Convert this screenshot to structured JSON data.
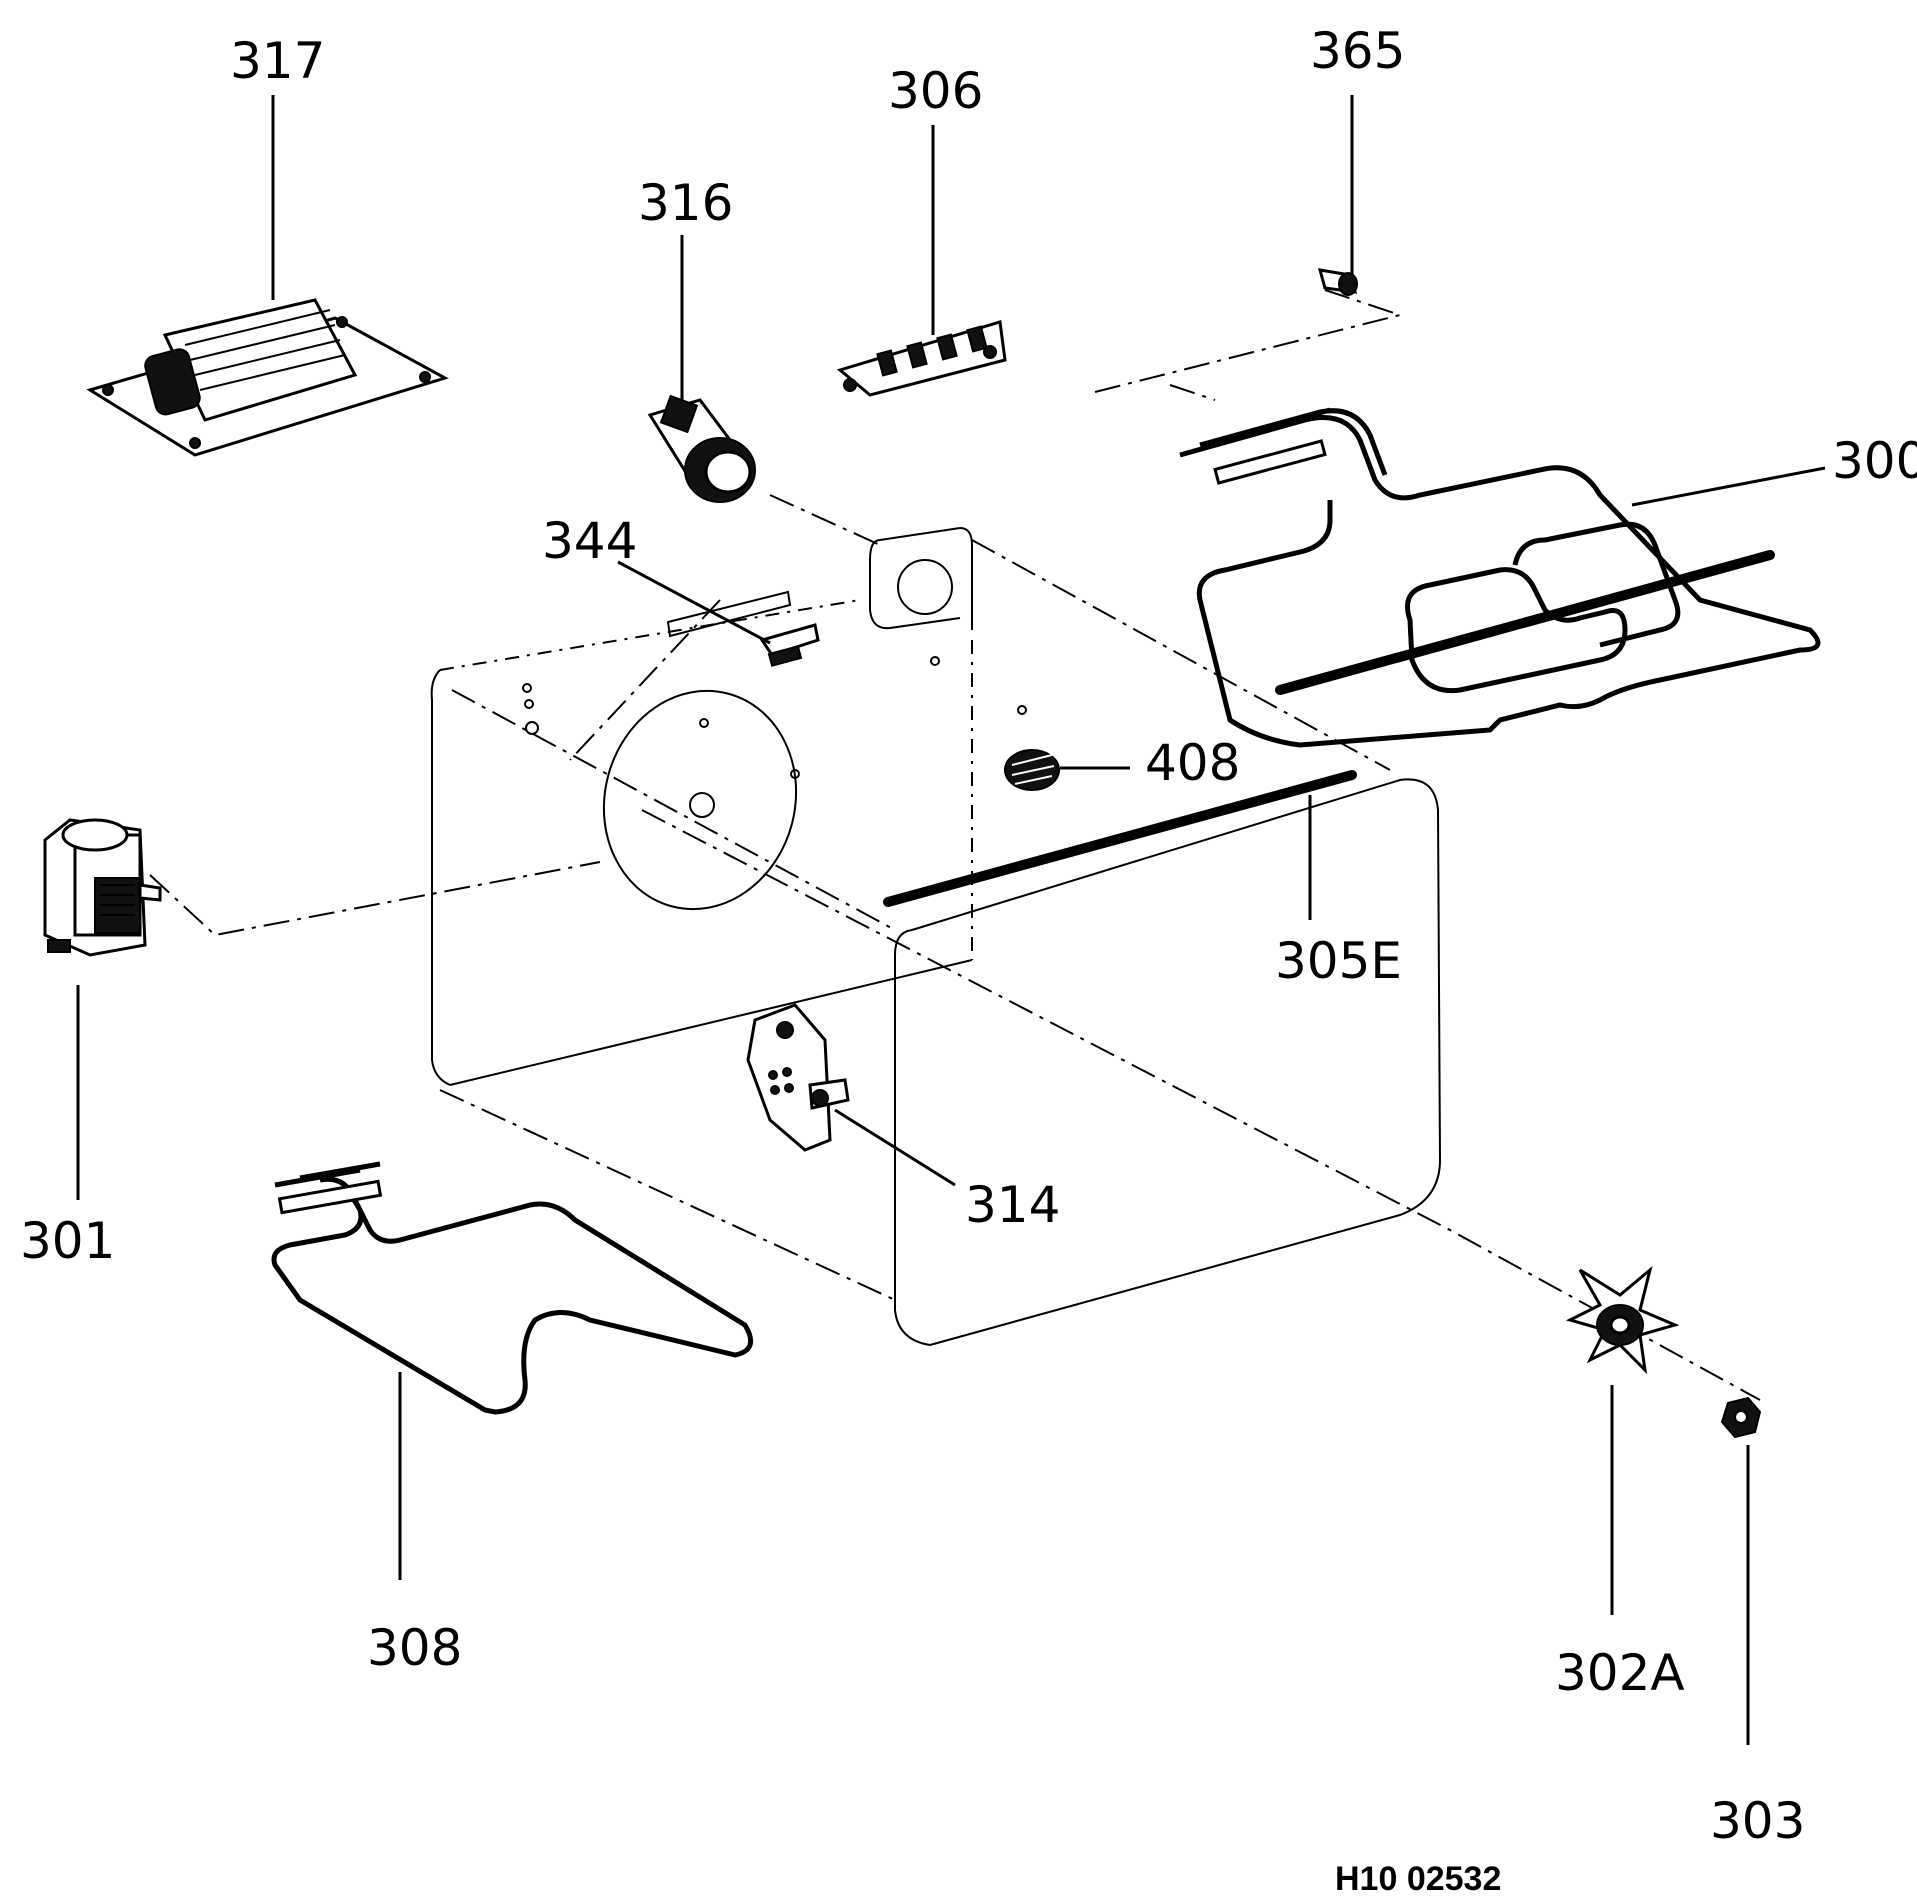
{
  "drawing_code": "H10 02532",
  "part_numbers": {
    "p317": "317",
    "p316": "316",
    "p306": "306",
    "p365": "365",
    "p300": "300",
    "p344": "344",
    "p408": "408",
    "p301": "301",
    "p305e": "305E",
    "p314": "314",
    "p308": "308",
    "p302a": "302A",
    "p303": "303"
  }
}
